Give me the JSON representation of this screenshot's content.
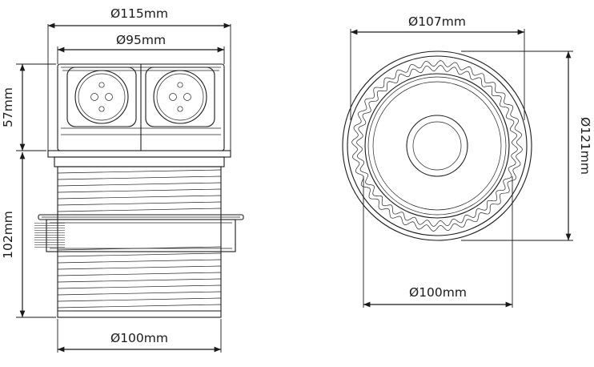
{
  "side_view": {
    "dim_top_outer": "Ø115mm",
    "dim_top_inner": "Ø95mm",
    "dim_height_upper": "57mm",
    "dim_height_lower": "102mm",
    "dim_bottom": "Ø100mm"
  },
  "top_view": {
    "dim_top": "Ø107mm",
    "dim_side": "Ø121mm",
    "dim_bottom": "Ø100mm"
  },
  "colors": {
    "line": "#1a1a1a",
    "background": "#ffffff"
  }
}
